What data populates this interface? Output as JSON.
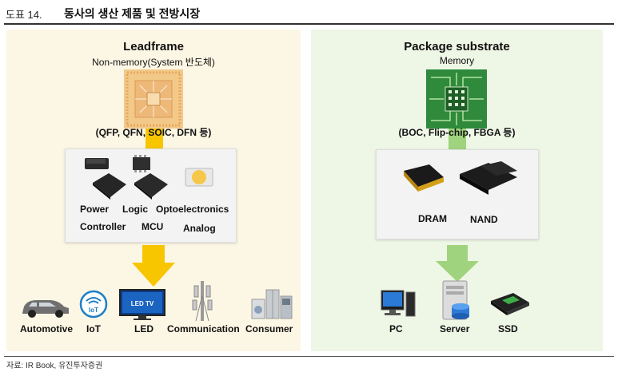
{
  "header": {
    "figure_no": "도표 14.",
    "title": "동사의 생산 제품 및 전방시장"
  },
  "left": {
    "title": "Leadframe",
    "subtitle": "Non-memory(System 반도체)",
    "packages": "(QFP, QFN, SOIC, DFN 등)",
    "products": [
      "Power",
      "Logic",
      "Optoelectronics",
      "Controller",
      "MCU",
      "Analog"
    ],
    "applications": [
      "Automotive",
      "IoT",
      "LED",
      "Communication",
      "Consumer"
    ],
    "tv_text": "LED TV",
    "iot_text": "IoT"
  },
  "right": {
    "title": "Package substrate",
    "subtitle": "Memory",
    "packages": "(BOC, Flip-chip, FBGA 등)",
    "products": [
      "DRAM",
      "NAND"
    ],
    "applications": [
      "PC",
      "Server",
      "SSD"
    ]
  },
  "footer": {
    "source": "자료: IR Book, 유진투자증권"
  },
  "colors": {
    "left_bg": "#fcf6e4",
    "right_bg": "#eef6e6",
    "left_arrow": "#f7c600",
    "right_arrow": "#9fd37d"
  }
}
